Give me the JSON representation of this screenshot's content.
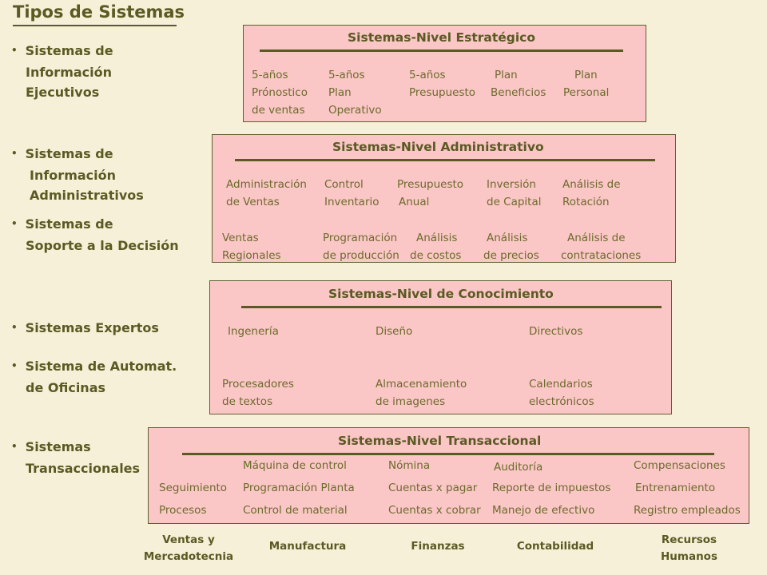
{
  "title": "Tipos de Sistemas",
  "bullets": [
    {
      "lines": [
        "Sistemas de",
        "Información",
        "Ejecutivos"
      ]
    },
    {
      "lines": [
        "Sistemas de",
        "Información",
        "Administrativos"
      ]
    },
    {
      "lines": [
        "Sistemas de",
        "Soporte a la Decisión"
      ]
    },
    {
      "lines": [
        "Sistemas Expertos"
      ]
    },
    {
      "lines": [
        "Sistema de Automat.",
        "de Oficinas"
      ]
    },
    {
      "lines": [
        "Sistemas",
        "Transaccionales"
      ]
    }
  ],
  "estrategico": {
    "title": "Sistemas-Nivel Estratégico",
    "cells": [
      [
        "5-años",
        "Prónostico",
        "de ventas"
      ],
      [
        "5-años",
        "Plan",
        "Operativo"
      ],
      [
        "5-años",
        "Presupuesto"
      ],
      [
        "Plan",
        "Beneficios"
      ],
      [
        "Plan",
        "Personal"
      ]
    ]
  },
  "administrativo": {
    "title": "Sistemas-Nivel Administrativo",
    "row1": [
      [
        "Administración",
        "de Ventas"
      ],
      [
        "Control",
        "Inventario"
      ],
      [
        "Presupuesto",
        "Anual"
      ],
      [
        "Inversión",
        "de Capital"
      ],
      [
        "Análisis de",
        "Rotación"
      ]
    ],
    "row2": [
      [
        "Ventas",
        "Regionales"
      ],
      [
        "Programación",
        "de producción"
      ],
      [
        "Análisis",
        "de costos"
      ],
      [
        "Análisis",
        "de precios"
      ],
      [
        "Análisis de",
        "contrataciones"
      ]
    ]
  },
  "conocimiento": {
    "title": "Sistemas-Nivel de Conocimiento",
    "row1": [
      [
        "Ingenería"
      ],
      [
        "Diseño"
      ],
      [
        "Directivos"
      ]
    ],
    "row2": [
      [
        "Procesadores",
        "de textos"
      ],
      [
        "Almacenamiento",
        "de imagenes"
      ],
      [
        "Calendarios",
        "electrónicos"
      ]
    ]
  },
  "transaccional": {
    "title": "Sistemas-Nivel Transaccional",
    "row0": [
      "Máquina de control",
      "Nómina",
      "Auditoría",
      "Compensaciones"
    ],
    "row1": [
      "Seguimiento",
      "Programación Planta",
      "Cuentas x pagar",
      "Reporte de impuestos",
      "Entrenamiento"
    ],
    "row2": [
      "Procesos",
      "Control de material",
      "Cuentas x cobrar",
      "Manejo de efectivo",
      "Registro empleados"
    ]
  },
  "footer": [
    [
      "Ventas y",
      "Mercadotecnia"
    ],
    [
      "Manufactura"
    ],
    [
      "Finanzas"
    ],
    [
      "Contabilidad"
    ],
    [
      "Recursos",
      "Humanos"
    ]
  ]
}
